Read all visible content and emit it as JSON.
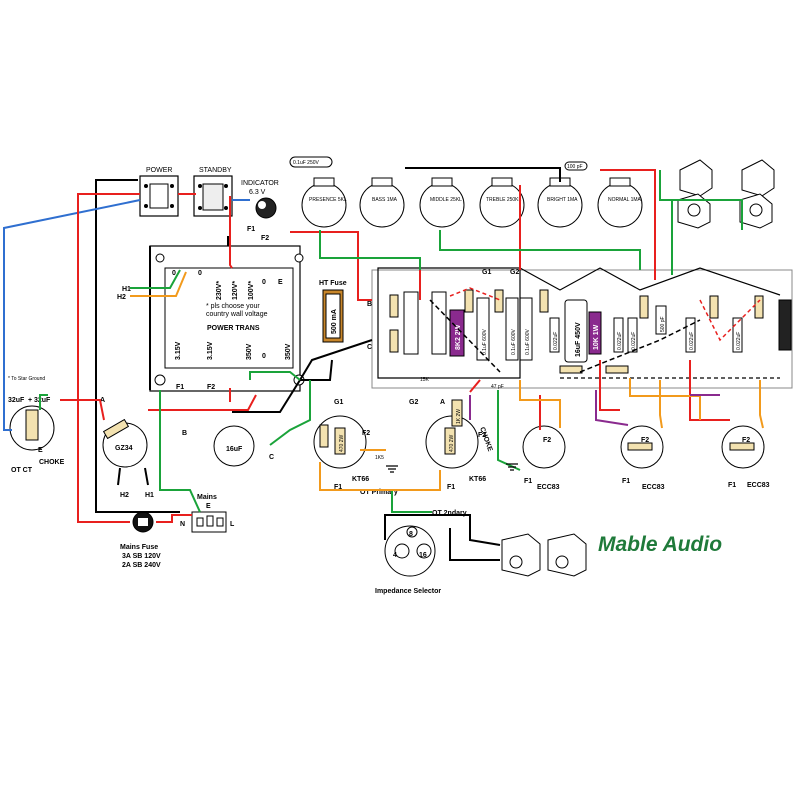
{
  "colors": {
    "red": "#e8201e",
    "green": "#1aa33a",
    "blue": "#2f6fd0",
    "orange": "#f29a1c",
    "purple": "#8a2a8e",
    "black": "#000000",
    "chassis": "#ffffff",
    "resistor": "#f3e2b0",
    "brand": "#1f7a3a"
  },
  "icons": [
    "power-switch-icon",
    "standby-switch-icon",
    "indicator-lamp-icon",
    "potentiometer-icon",
    "tube-socket-icon",
    "jack-icon",
    "fuse-icon",
    "capacitor-icon",
    "resistor-icon",
    "ground-icon"
  ],
  "labels": {
    "power": "POWER",
    "standby": "STANDBY",
    "indicator": "INDICATOR",
    "indicator_voltage": "6.3 V",
    "f1": "F1",
    "f2": "F2",
    "h1": "H1",
    "h2": "H2",
    "v230": "230V*",
    "v120": "120V*",
    "v100": "100V*",
    "zero": "0",
    "e": "E",
    "pls_choose_1": "* pls choose your",
    "pls_choose_2": "country wall voltage",
    "power_trans": "POWER TRANS",
    "v315": "3.15V",
    "v350": "350V",
    "ht_fuse": "HT Fuse",
    "ht_fuse_value": "500 mA",
    "cap_top": "0.1uF 250V",
    "cap_100pf": "100 pF",
    "pot_presence": "PRESENCE 5KL",
    "pot_bass": "BASS 1MA",
    "pot_middle": "MIDDLE 25KL",
    "pot_treble": "TREBLE 250KL",
    "pot_bright": "BRIGHT 1MA",
    "pot_normal": "NORMAL 1MA",
    "g1": "G1",
    "g2": "G2",
    "b": "B",
    "c": "C",
    "a": "A",
    "cap_01_600": "0.1uF 600V",
    "cap_16_450": "16uF 450V",
    "res_10k_1w": "10K 1W",
    "res_8k2_2w": "8K2 2W",
    "res_1k_2w": "1K 2W",
    "res_15k": "15K",
    "cap_47pf": "47 pF",
    "cap_0022": "0.022uF",
    "cap_500pf": "500 pF",
    "choke": "CHOKE",
    "to_star_ground": "* To Star Ground",
    "cap_32uf": "32uF",
    "plus": "+",
    "ot_ct": "OT CT",
    "gz34": "GZ34",
    "cap_16uf": "16uF",
    "mains": "Mains",
    "mains_fuse": "Mains Fuse",
    "fuse_120": "3A SB 120V",
    "fuse_240": "2A SB 240V",
    "n": "N",
    "l": "L",
    "kt66": "KT66",
    "ot_primary": "OT Primary",
    "ot_2ndary": "OT 2ndary",
    "imp_4": "4",
    "imp_8": "8",
    "imp_16": "16",
    "impedance_selector": "Impedance Selector",
    "ecc83": "ECC83",
    "res_470_2w": "470 2W",
    "res_1k5": "1K5",
    "brand": "Mable Audio"
  }
}
